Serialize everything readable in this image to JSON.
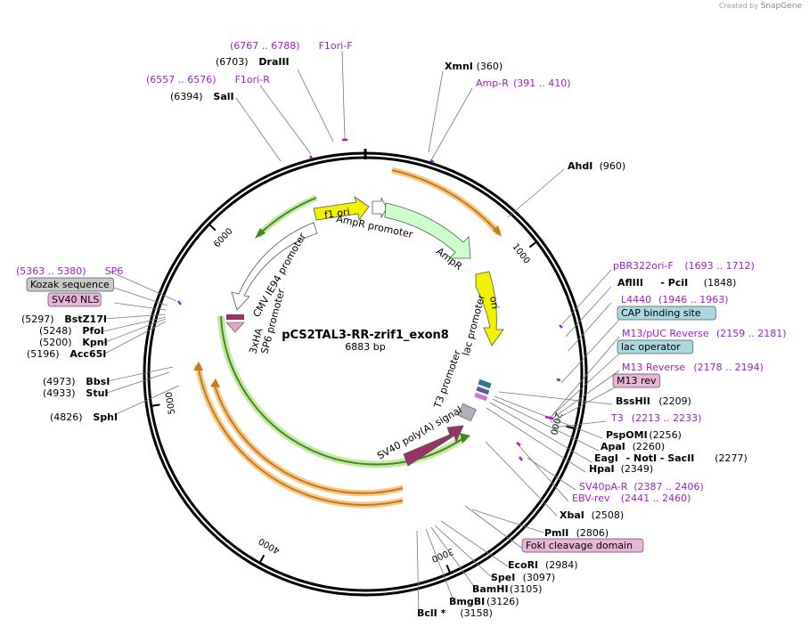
{
  "credit": {
    "prefix": "Created by",
    "brand": "SnapGene"
  },
  "plasmid": {
    "name": "pCS2TAL3-RR-zrif1_exon8",
    "length_label": "6883 bp"
  },
  "ticks": [
    "1000",
    "2000",
    "3000",
    "4000",
    "5000",
    "6000"
  ],
  "feature_labels": {
    "f1ori": "f1 ori",
    "amprp": "AmpR promoter",
    "ampr": "AmpR",
    "ori": "ori",
    "lac": "lac promoter",
    "t3": "T3 promoter",
    "sv40": "SV40 poly(A) signal",
    "cmv": "CMV IE94 promoter",
    "sp6": "SP6 promoter",
    "ha": "3xHA"
  },
  "labels": [
    {
      "left": "(6767 .. 6788)",
      "right": "F1ori-F"
    },
    {
      "left": "(6703)",
      "right": "DraIII"
    },
    {
      "left": "(6557 .. 6576)",
      "right": "F1ori-R"
    },
    {
      "left": "(6394)",
      "right": "SalI"
    },
    {
      "left": "XmnI",
      "right": "(360)"
    },
    {
      "left": "Amp-R",
      "right": "(391 .. 410)"
    },
    {
      "left": "AhdI",
      "right": "(960)"
    },
    {
      "left": "pBR322ori-F",
      "right": "(1693 .. 1712)"
    },
    {
      "left": "AflIII",
      "mid": "- PciI",
      "right": "(1848)"
    },
    {
      "left": "L4440",
      "right": "(1946 .. 1963)"
    },
    {
      "left": "CAP binding site"
    },
    {
      "left": "M13/pUC Reverse",
      "right": "(2159 .. 2181)"
    },
    {
      "left": "lac operator"
    },
    {
      "left": "M13 Reverse",
      "right": "(2178 .. 2194)"
    },
    {
      "left": "M13 rev"
    },
    {
      "left": "BssHII",
      "right": "(2209)"
    },
    {
      "left": "T3",
      "right": "(2213 .. 2233)"
    },
    {
      "left": "PspOMI",
      "right": "(2256)"
    },
    {
      "left": "ApaI",
      "right": "(2260)"
    },
    {
      "left": "EagI",
      "mid": "- NotI - SacII",
      "right": "(2277)"
    },
    {
      "left": "HpaI",
      "right": "(2349)"
    },
    {
      "left": "SV40pA-R",
      "right": "(2387 .. 2406)"
    },
    {
      "left": "EBV-rev",
      "right": "(2441 .. 2460)"
    },
    {
      "left": "XbaI",
      "right": "(2508)"
    },
    {
      "left": "PmlI",
      "right": "(2806)"
    },
    {
      "left": "FokI cleavage domain"
    },
    {
      "left": "EcoRI",
      "right": "(2984)"
    },
    {
      "left": "SpeI",
      "right": "(3097)"
    },
    {
      "left": "BamHI",
      "right": "(3105)"
    },
    {
      "left": "BmgBI",
      "right": "(3126)"
    },
    {
      "left": "BclI *",
      "right": "(3158)"
    },
    {
      "left": "(5363 .. 5380)",
      "right": "SP6"
    },
    {
      "left": "Kozak sequence"
    },
    {
      "left": "SV40 NLS"
    },
    {
      "left": "(5297)",
      "right": "BstZ17I"
    },
    {
      "left": "(5248)",
      "right": "PfoI"
    },
    {
      "left": "(5200)",
      "right": "KpnI"
    },
    {
      "left": "(5196)",
      "right": "Acc65I"
    },
    {
      "left": "(4973)",
      "right": "BbsI"
    },
    {
      "left": "(4933)",
      "right": "StuI"
    },
    {
      "left": "(4826)",
      "right": "SphI"
    }
  ],
  "colors": {
    "primer": "#a020c8",
    "f1ori": "#f2f200",
    "ampr": "#ccffcc",
    "ori": "#f2f200",
    "orange_orf": "#e8a23a",
    "green_orf": "#7cc142",
    "sv40": "#993366",
    "cap_box": "#a8d8e0",
    "lac_box": "#a8d8e0",
    "gray_box": "#c8c8c8",
    "pink_box": "#e8b4d8"
  }
}
